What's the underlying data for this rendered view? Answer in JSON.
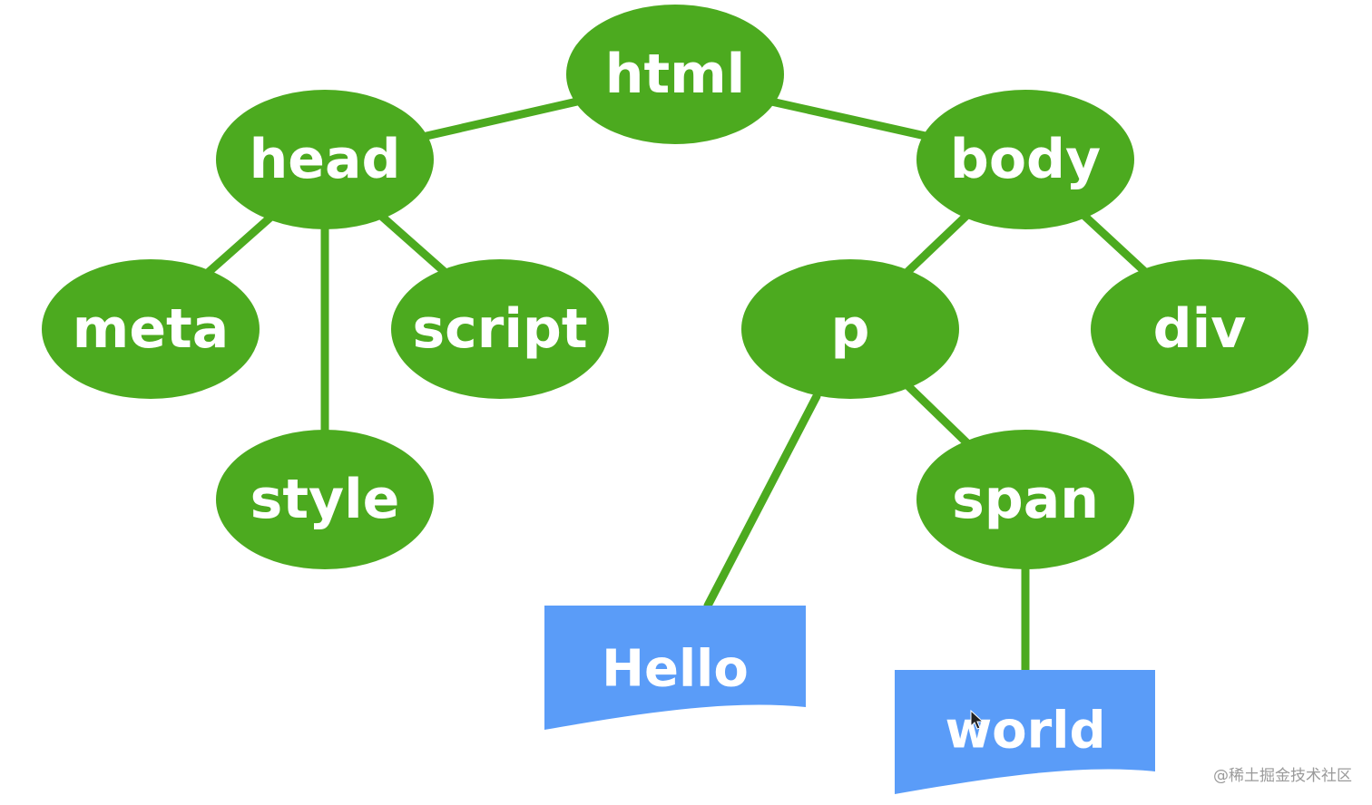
{
  "diagram": {
    "node_color": "#4caa1f",
    "edge_color": "#4caa1f",
    "text_node_color": "#5a9cf8",
    "label_color": "#ffffff",
    "nodes": {
      "html": "html",
      "head": "head",
      "body": "body",
      "meta": "meta",
      "style": "style",
      "script": "script",
      "p": "p",
      "div": "div",
      "span": "span"
    },
    "text_nodes": {
      "hello": "Hello",
      "world": "world"
    },
    "edges": [
      [
        "html",
        "head"
      ],
      [
        "html",
        "body"
      ],
      [
        "head",
        "meta"
      ],
      [
        "head",
        "style"
      ],
      [
        "head",
        "script"
      ],
      [
        "body",
        "p"
      ],
      [
        "body",
        "div"
      ],
      [
        "p",
        "span"
      ],
      [
        "p",
        "hello"
      ],
      [
        "span",
        "world"
      ]
    ]
  },
  "watermark": "@稀土掘金技术社区"
}
